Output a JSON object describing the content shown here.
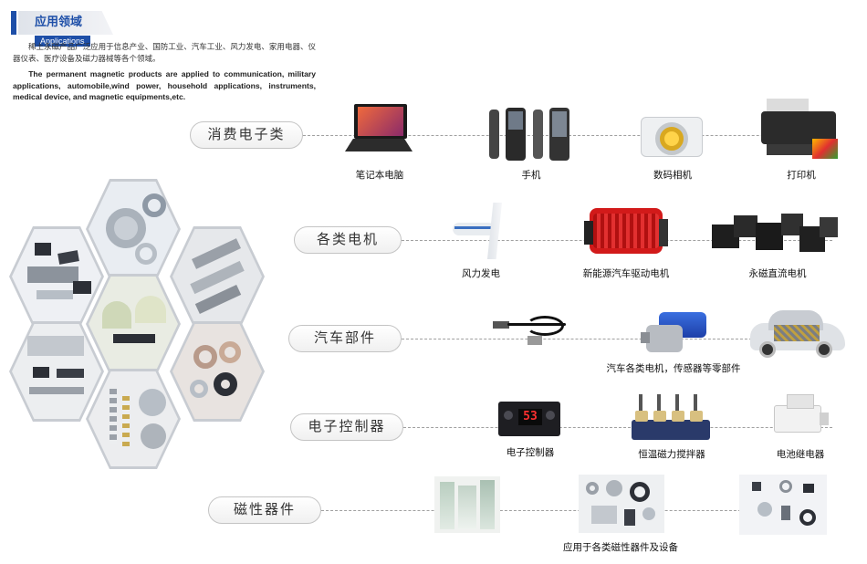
{
  "header": {
    "title": "应用领域",
    "subtitle": "Applications"
  },
  "intro": {
    "cn": "稀土永磁产品广泛应用于信息产业、国防工业、汽车工业、风力发电、家用电器、仪器仪表、医疗设备及磁力器械等各个领域。",
    "en": "The permanent magnetic products are applied to communication, military applications, automobile,wind power, household applications, instruments, medical device, and magnetic equipments,etc."
  },
  "categories": [
    {
      "label": "消费电子类",
      "items": [
        "笔记本电脑",
        "手机",
        "数码相机",
        "打印机"
      ]
    },
    {
      "label": "各类电机",
      "items": [
        "风力发电",
        "新能源汽车驱动电机",
        "永磁直流电机"
      ]
    },
    {
      "label": "汽车部件",
      "items": [
        "汽车各类电机，传感器等零部件"
      ]
    },
    {
      "label": "电子控制器",
      "items": [
        "电子控制器",
        "恒温磁力搅拌器",
        "电池继电器"
      ]
    },
    {
      "label": "磁性器件",
      "items": [
        "应用于各类磁性器件及设备"
      ]
    }
  ],
  "controller_display": "53",
  "colors": {
    "accent": "#1e4fa8",
    "pill_border": "#c4c4c4",
    "dash": "#a0a0a0"
  }
}
